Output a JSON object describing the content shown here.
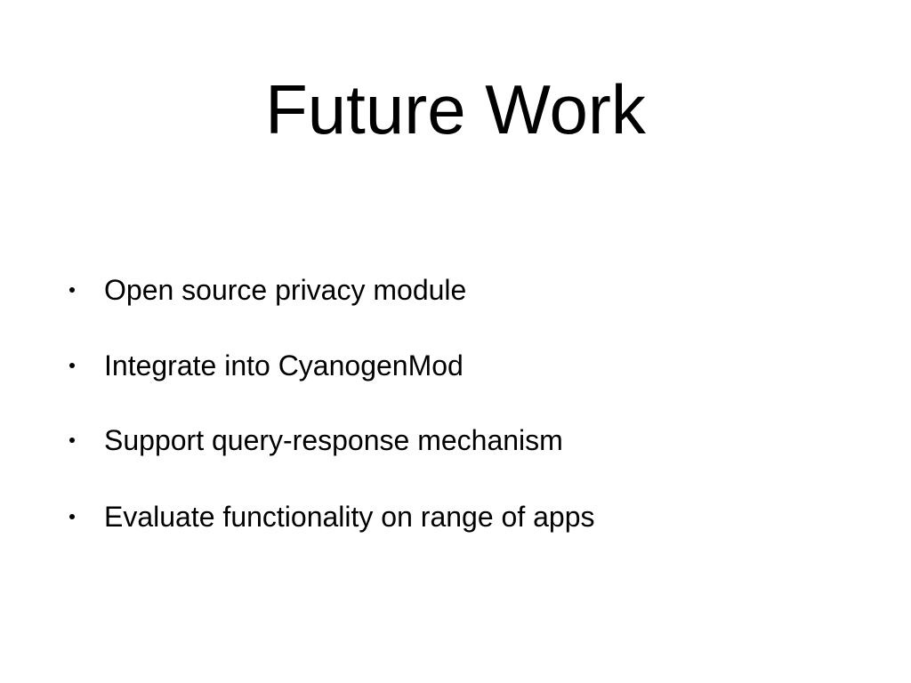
{
  "slide": {
    "title": "Future Work",
    "bullets": [
      "Open source privacy module",
      "Integrate into CyanogenMod",
      "Support query-response mechanism",
      "Evaluate functionality on range of apps"
    ]
  }
}
